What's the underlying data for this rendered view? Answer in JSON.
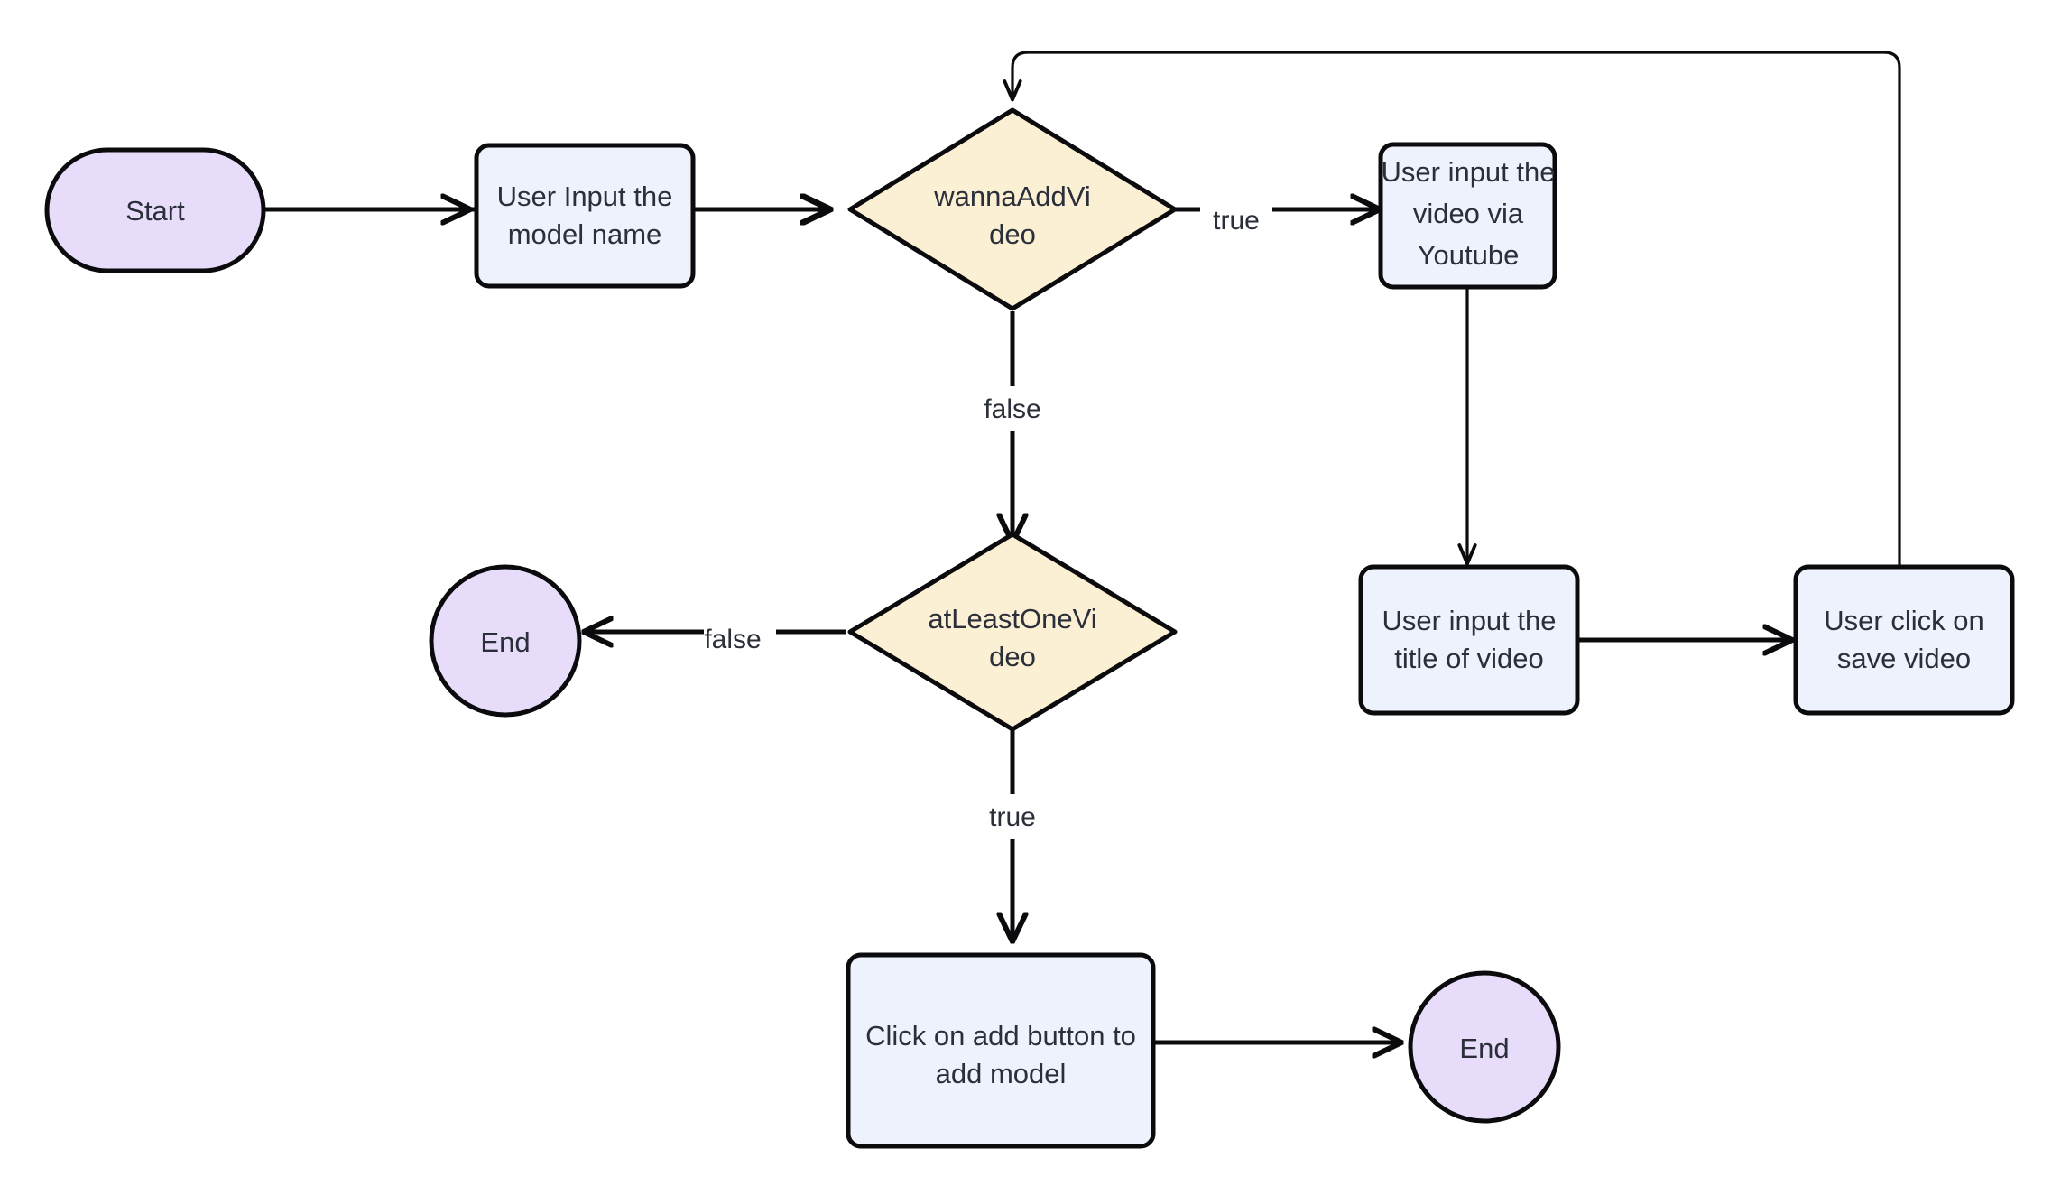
{
  "diagram": {
    "type": "flowchart",
    "title": "Add model with optional videos flowchart",
    "direction": "left-to-right with vertical branches",
    "colors": {
      "terminal_fill": "#e7ddfb",
      "process_fill": "#eef2fc",
      "decision_fill": "#fbefd4",
      "stroke": "#0b0b0d",
      "text": "#2b2f3a",
      "background": "#ffffff"
    },
    "nodes": [
      {
        "id": "start",
        "shape": "stadium",
        "label": "Start"
      },
      {
        "id": "input_model",
        "shape": "rectangle",
        "label_line1": "User Input the",
        "label_line2": "model name"
      },
      {
        "id": "wanna_add",
        "shape": "diamond",
        "label_line1": "wannaAddVi",
        "label_line2": "deo"
      },
      {
        "id": "input_video",
        "shape": "rectangle",
        "label_line1": "User input the",
        "label_line2": "video via",
        "label_line3": "Youtube"
      },
      {
        "id": "input_title",
        "shape": "rectangle",
        "label_line1": "User input the",
        "label_line2": "title of video"
      },
      {
        "id": "save_video",
        "shape": "rectangle",
        "label_line1": "User click on",
        "label_line2": "save video"
      },
      {
        "id": "at_least_one",
        "shape": "diamond",
        "label_line1": "atLeastOneVi",
        "label_line2": "deo"
      },
      {
        "id": "end_left",
        "shape": "circle",
        "label": "End"
      },
      {
        "id": "add_model",
        "shape": "rectangle",
        "label_line1": "Click on add button to",
        "label_line2": "add model"
      },
      {
        "id": "end_bottom",
        "shape": "circle",
        "label": "End"
      }
    ],
    "edges": [
      {
        "from": "start",
        "to": "input_model",
        "label": ""
      },
      {
        "from": "input_model",
        "to": "wanna_add",
        "label": ""
      },
      {
        "from": "wanna_add",
        "to": "input_video",
        "label": "true"
      },
      {
        "from": "wanna_add",
        "to": "at_least_one",
        "label": "false"
      },
      {
        "from": "input_video",
        "to": "input_title",
        "label": ""
      },
      {
        "from": "input_title",
        "to": "save_video",
        "label": ""
      },
      {
        "from": "save_video",
        "to": "wanna_add",
        "label": ""
      },
      {
        "from": "at_least_one",
        "to": "end_left",
        "label": "false"
      },
      {
        "from": "at_least_one",
        "to": "add_model",
        "label": "true"
      },
      {
        "from": "add_model",
        "to": "end_bottom",
        "label": ""
      }
    ],
    "edge_labels": {
      "wanna_true": "true",
      "wanna_false": "false",
      "atleast_false": "false",
      "atleast_true": "true"
    }
  }
}
